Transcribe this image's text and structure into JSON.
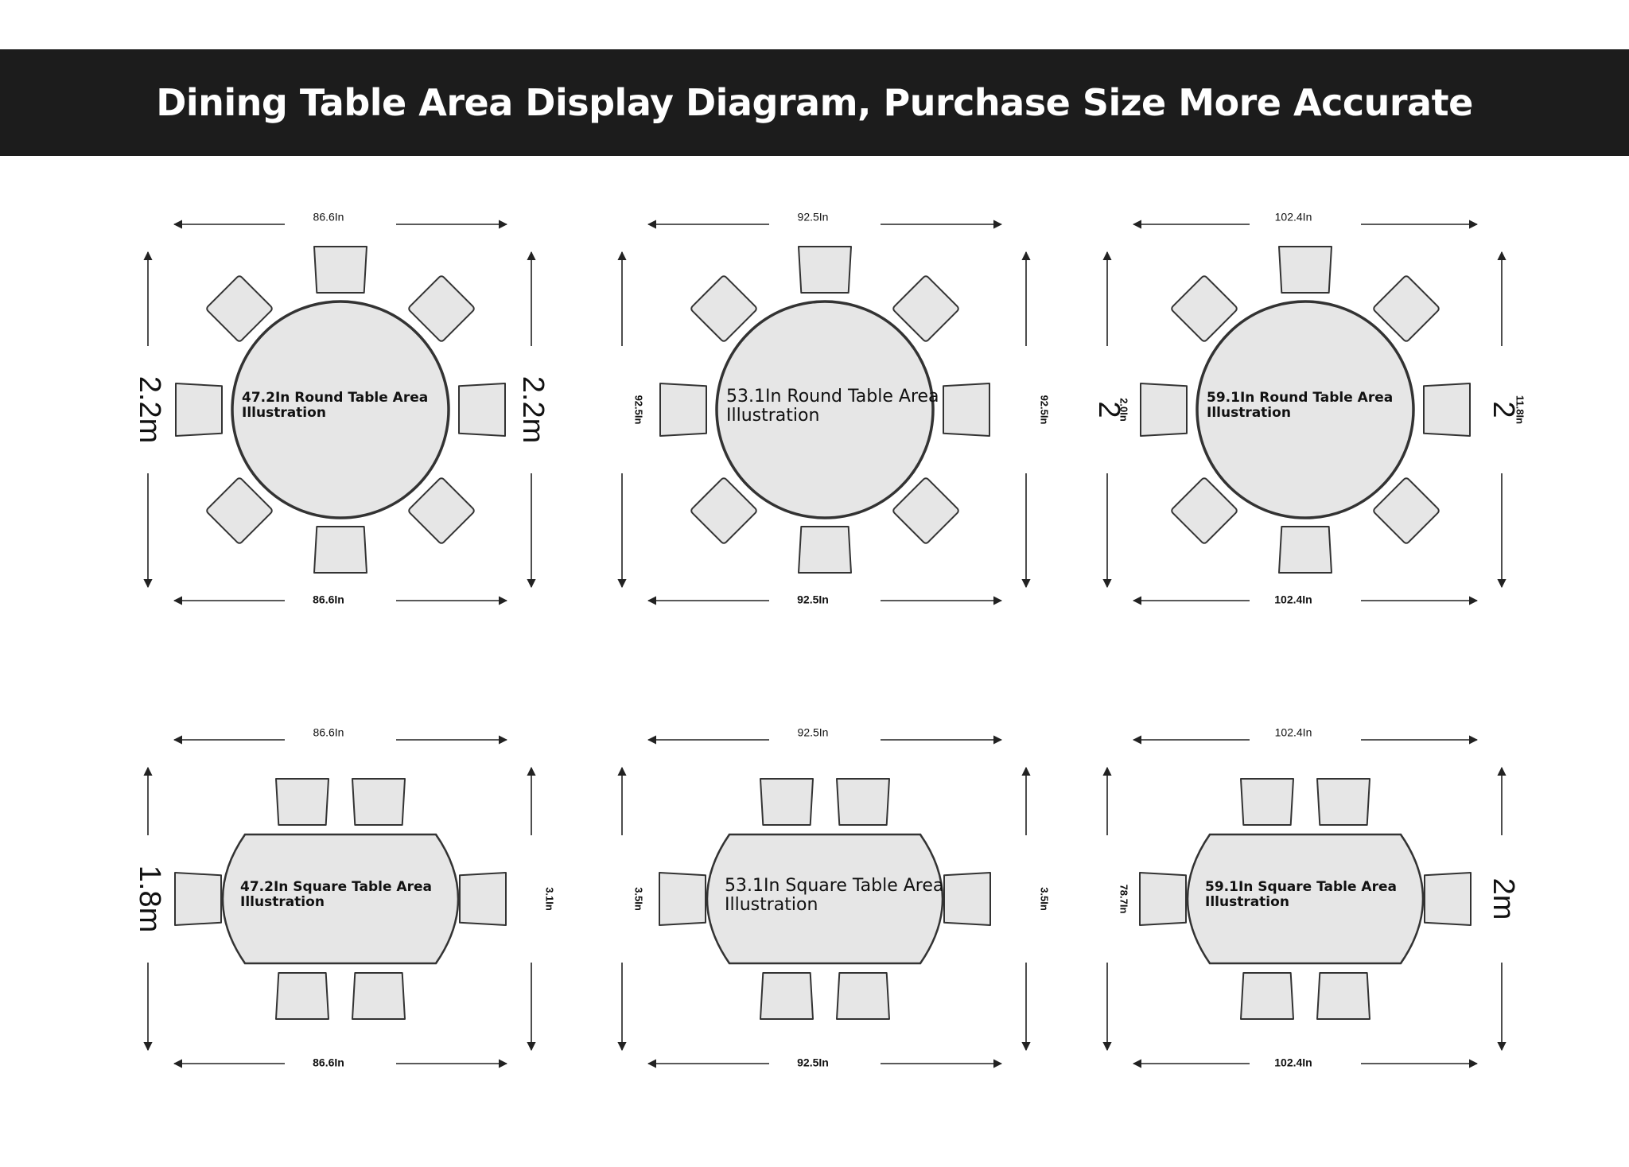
{
  "header": {
    "title": "Dining Table Area Display Diagram, Purchase Size More Accurate"
  },
  "colors": {
    "banner": "#1c1c1c",
    "furniture_fill": "#e6e6e6",
    "stroke": "#333333",
    "text": "#111111"
  },
  "panels": [
    {
      "id": "round-47",
      "shape": "round",
      "label_line1": "47.2In Round Table Area",
      "label_line2": "Illustration",
      "top": "86.6In",
      "bottom": "86.6In",
      "left": "2.2m",
      "right": "2.2m",
      "left_inner": "",
      "right_inner": ""
    },
    {
      "id": "round-53",
      "shape": "round",
      "label_line1": "53.1In Round Table Area",
      "label_line2": "Illustration",
      "top": "92.5In",
      "bottom": "92.5In",
      "left": "",
      "right": "",
      "left_inner": "92.5In",
      "right_inner": "92.5In"
    },
    {
      "id": "round-59",
      "shape": "round",
      "label_line1": "59.1In Round Table Area",
      "label_line2": "Illustration",
      "top": "102.4In",
      "bottom": "102.4In",
      "left": "2",
      "right": "2",
      "left_inner": "2.0In",
      "right_inner": "11.8In"
    },
    {
      "id": "square-47",
      "shape": "rect",
      "label_line1": "47.2In Square Table Area",
      "label_line2": "Illustration",
      "top": "86.6In",
      "bottom": "86.6In",
      "left": "1.8m",
      "right": "",
      "left_inner": "",
      "right_inner": "3.1In"
    },
    {
      "id": "square-53",
      "shape": "rect",
      "label_line1": "53.1In Square Table Area",
      "label_line2": "Illustration",
      "top": "92.5In",
      "bottom": "92.5In",
      "left": "",
      "right": "",
      "left_inner": "3.5In",
      "right_inner": "3.5In"
    },
    {
      "id": "square-59",
      "shape": "rect",
      "label_line1": "59.1In Square Table Area",
      "label_line2": "Illustration",
      "top": "102.4In",
      "bottom": "102.4In",
      "left": "",
      "right": "2m",
      "left_inner": "78.7In",
      "right_inner": ""
    }
  ]
}
